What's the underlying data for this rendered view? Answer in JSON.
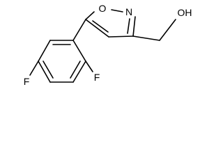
{
  "structure": {
    "atoms": {
      "ring_oxygen": "O",
      "ring_nitrogen": "N",
      "hydroxyl": "OH",
      "fluorine_ortho": "F",
      "fluorine_para": "F"
    }
  },
  "colors": {
    "bond": "#000000",
    "label": "#000000",
    "background": "#ffffff"
  }
}
